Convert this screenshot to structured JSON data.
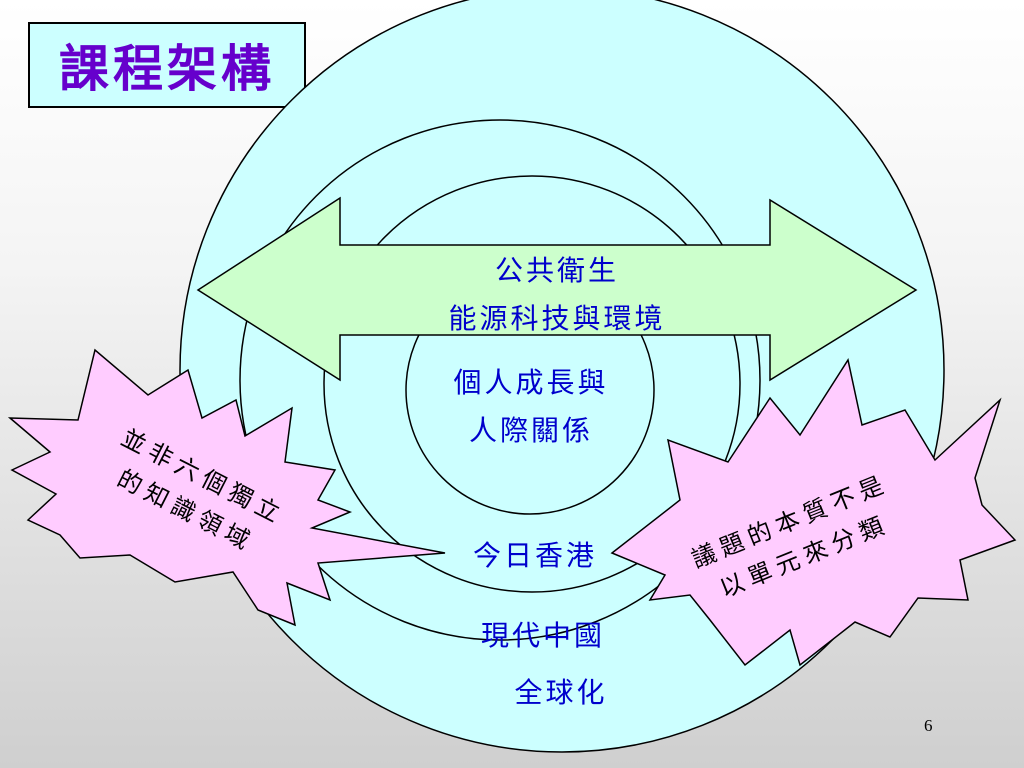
{
  "slide": {
    "title": "課程架構",
    "page_number": "6"
  },
  "diagram": {
    "rings": {
      "outer": "全球化",
      "second": "現代中國",
      "third": "今日香港",
      "center_line1": "個人成長與",
      "center_line2": "人際關係"
    },
    "arrow": {
      "line1": "公共衛生",
      "line2": "能源科技與環境"
    },
    "left_burst": {
      "line1": "並非六個獨立",
      "line2": "的知識領域"
    },
    "right_burst": {
      "line1": "議題的本質不是",
      "line2": "以單元來分類"
    }
  },
  "colors": {
    "circle_fill": "#ccffff",
    "arrow_fill": "#ccffcc",
    "burst_fill": "#ffccff",
    "label_blue": "#0000cc",
    "title_purple": "#6600cc"
  }
}
